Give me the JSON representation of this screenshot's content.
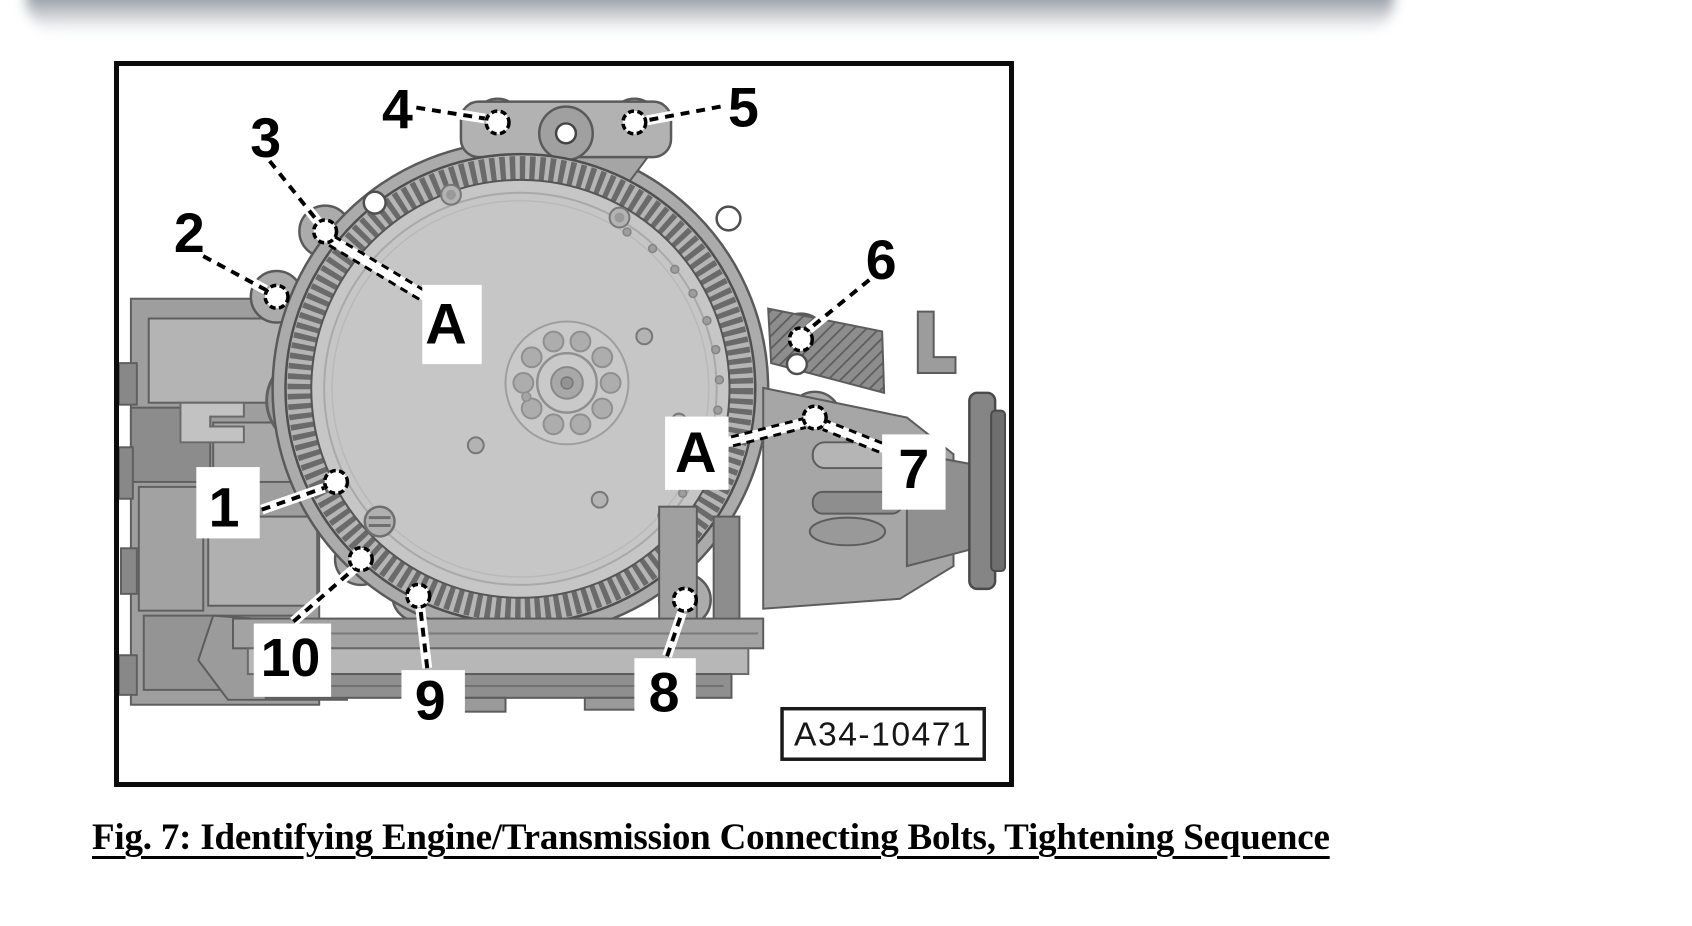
{
  "page": {
    "background_color": "#ffffff",
    "top_bar_color": "#9aa1a7"
  },
  "figure": {
    "border_color": "#000000",
    "ref_label": "A34-10471",
    "caption": "Fig. 7: Identifying Engine/Transmission Connecting Bolts, Tightening Sequence",
    "callouts": [
      {
        "id": "bolt-1",
        "label": "1"
      },
      {
        "id": "bolt-2",
        "label": "2"
      },
      {
        "id": "bolt-3",
        "label": "3"
      },
      {
        "id": "bolt-4",
        "label": "4"
      },
      {
        "id": "bolt-5",
        "label": "5"
      },
      {
        "id": "bolt-6",
        "label": "6"
      },
      {
        "id": "bolt-7",
        "label": "7"
      },
      {
        "id": "bolt-8",
        "label": "8"
      },
      {
        "id": "bolt-9",
        "label": "9"
      },
      {
        "id": "bolt-10",
        "label": "10"
      },
      {
        "id": "bolt-type-a-left",
        "label": "A"
      },
      {
        "id": "bolt-type-a-right",
        "label": "A"
      }
    ]
  }
}
